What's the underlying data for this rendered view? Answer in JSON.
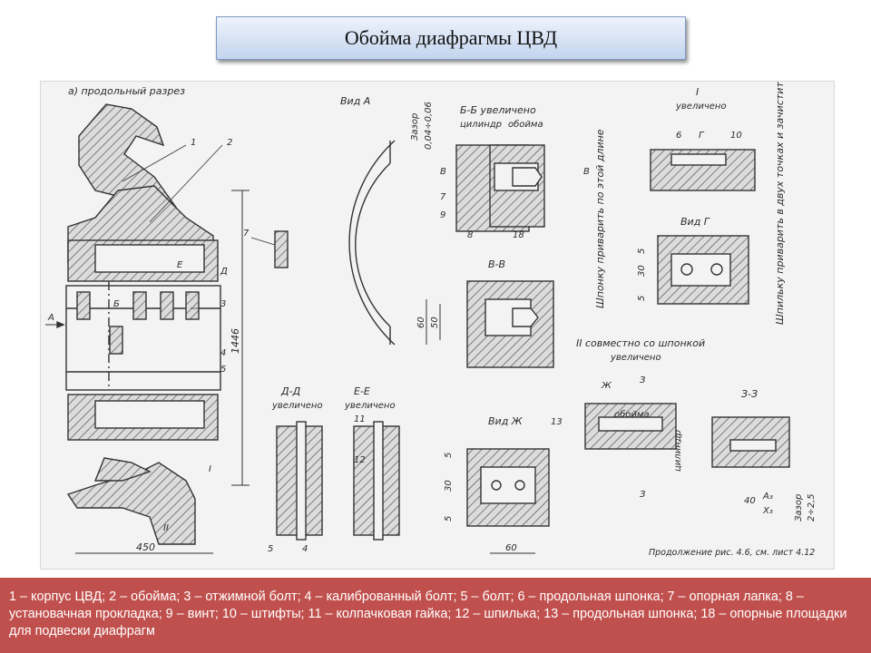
{
  "slide_title": "Обойма диафрагмы ЦВД",
  "drawing": {
    "section_label": "а) продольный разрез",
    "view_a": "Вид А",
    "b_b": "Б-Б увеличено",
    "cylinder_label": "цилиндр",
    "holder_label": "обойма",
    "gap_label": "Зазор",
    "gap_value": "0,04÷0,06",
    "detail_1_title": "I",
    "detail_1_sub": "увеличено",
    "view_g": "Вид Г",
    "v_v": "В-В",
    "note_key_weld": "Шпонку приварить по этой длине",
    "note_stud_weld": "Шпильку приварить в двух точках и зачистить заподлицо со шпилькой",
    "detail_2_title": "II совместно со шпонкой",
    "detail_2_sub": "увеличено",
    "d_d": "Д-Д",
    "d_d_sub": "увеличено",
    "e_e": "Е-Е",
    "e_e_sub": "увеличено",
    "view_zh": "Вид Ж",
    "z_z": "З-З",
    "dim_1446": "1446",
    "dim_450": "450",
    "dim_60": "60",
    "dim_50": "50",
    "dim_30": "30",
    "dim_5": "5",
    "dim_40": "40",
    "gap2_label": "Зазор",
    "gap2_value": "2÷2,5",
    "a3_label": "А₃",
    "x3_label": "Х₃",
    "letter_a": "А",
    "letter_b": "Б",
    "letter_e": "Е",
    "letter_d": "Д",
    "letter_v": "В",
    "letter_g": "Г",
    "letter_zh": "Ж",
    "letter_z": "З",
    "roman_1": "I",
    "roman_2": "II",
    "num_1": "1",
    "num_2": "2",
    "num_3": "3",
    "num_4": "4",
    "num_5": "5",
    "num_6": "6",
    "num_7": "7",
    "num_8": "8",
    "num_9": "9",
    "num_10": "10",
    "num_11": "11",
    "num_12": "12",
    "num_13": "13",
    "num_18": "18",
    "continuation_note": "Продолжение рис. 4.6, см. лист 4.12"
  },
  "caption_text": "1 – корпус ЦВД; 2 – обойма; 3 – отжимной болт; 4 – калиброванный болт; 5 – болт; 6 – продольная шпонка; 7 – опорная лапка; 8 – установачная прокладка; 9 – винт; 10 – штифты; 11 – колпачковая гайка; 12 – шпилька; 13 – продольная шпонка; 18 – опорные площадки для подвески диафрагм"
}
